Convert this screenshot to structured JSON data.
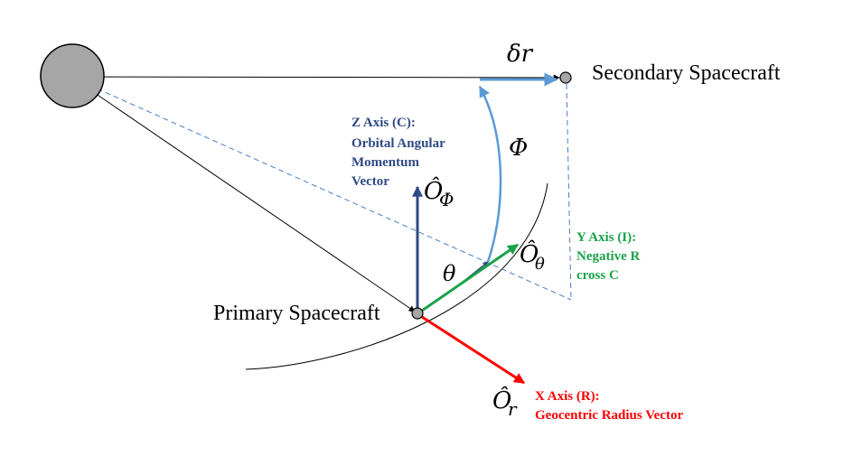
{
  "labels": {
    "secondary": "Secondary Spacecraft",
    "primary": "Primary Spacecraft",
    "delta_r": "δr",
    "phi": "Φ",
    "theta": "θ"
  },
  "vectors": {
    "o_phi": {
      "hat": "Ô",
      "sub": "Φ"
    },
    "o_theta": {
      "hat": "Ô",
      "sub": "θ"
    },
    "o_r": {
      "hat": "Ô",
      "sub": "r"
    }
  },
  "axes": {
    "z": {
      "lines": [
        "Z Axis (C):",
        "Orbital Angular",
        "Momentum",
        "Vector"
      ],
      "color": "#2f4a86"
    },
    "y": {
      "lines": [
        "Y Axis (I):",
        "Negative R",
        "cross C"
      ],
      "color": "#1aa34a"
    },
    "x": {
      "lines": [
        "X Axis (R):",
        "Geocentric Radius Vector"
      ],
      "color": "#ff0000"
    }
  },
  "colors": {
    "earth_fill": "#a6a6a6",
    "spacecraft_fill": "#a6a6a6",
    "projection_dashed": "#4a7ec2",
    "phi_arc": "#5b9bd5",
    "z_vector": "#2f4a86",
    "y_vector": "#1aa34a",
    "x_vector": "#ff0000"
  }
}
